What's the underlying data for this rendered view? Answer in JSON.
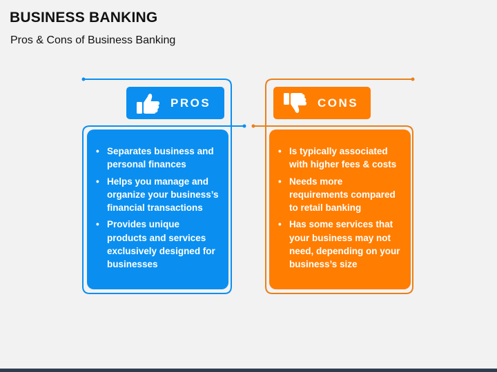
{
  "slide": {
    "title": "BUSINESS BANKING",
    "subtitle": "Pros & Cons of Business Banking"
  },
  "colors": {
    "pros": "#0a8ff0",
    "cons": "#ff7d00",
    "background": "#f2f2f2",
    "footer": "#2e3c4e"
  },
  "pros": {
    "label": "PROS",
    "icon": "thumbs-up-icon",
    "items": [
      "Separates business and personal finances",
      "Helps you manage and organize your business’s financial transactions",
      "Provides unique products and services exclusively designed for businesses"
    ]
  },
  "cons": {
    "label": "CONS",
    "icon": "thumbs-down-icon",
    "items": [
      "Is typically associated with higher fees & costs",
      "Needs more requirements compared to retail banking",
      "Has some services that your business may not need, depending on your business’s size"
    ]
  }
}
